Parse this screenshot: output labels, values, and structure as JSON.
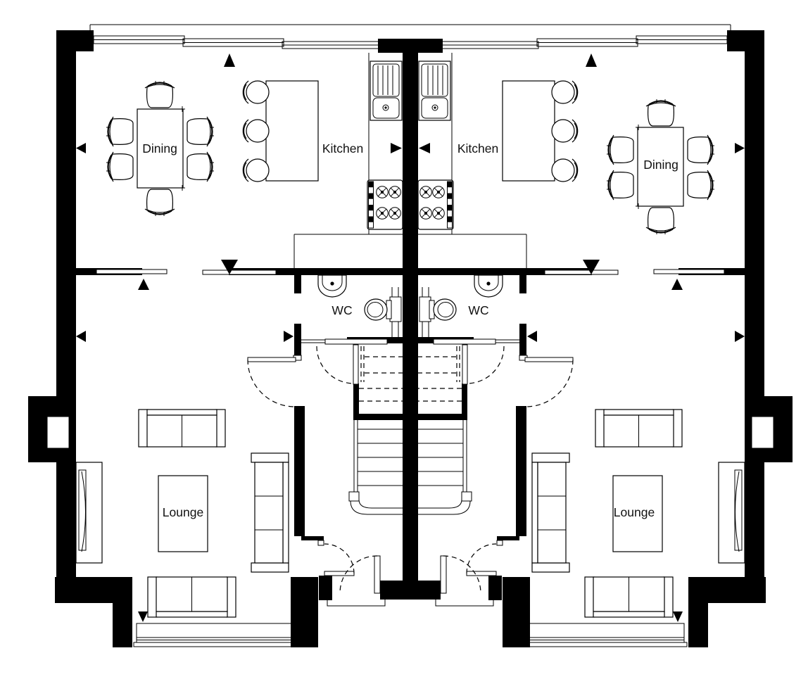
{
  "document": {
    "type": "architectural-floor-plan",
    "description": "Ground floor plan of a pair of mirrored semi-detached houses",
    "background_color": "#ffffff",
    "line_color": "#000000"
  },
  "rooms": {
    "left_unit": {
      "kitchen": "Kitchen",
      "dining": "Dining",
      "wc": "WC",
      "lounge": "Lounge"
    },
    "right_unit": {
      "kitchen": "Kitchen",
      "dining": "Dining",
      "wc": "WC",
      "lounge": "Lounge"
    }
  },
  "furniture_legend": {
    "dining_table_seats": 6,
    "island_stools": 3,
    "lounge_sofas": 3,
    "fixtures": [
      "sink-drainer",
      "hob-4-burner",
      "wc-toilet",
      "wc-basin",
      "staircase",
      "tv-unit",
      "bay-window"
    ]
  }
}
